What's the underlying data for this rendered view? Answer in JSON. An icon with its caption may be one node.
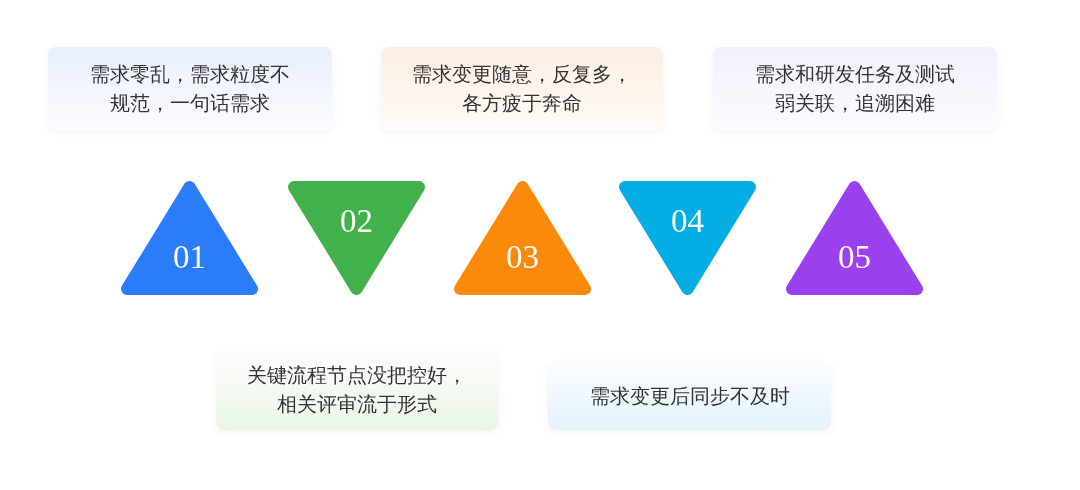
{
  "diagram": {
    "nodes": [
      {
        "text": [
          "需求零乱，需求粒度不规范，一句话需求"
        ]
      },
      {
        "text": [
          "需求变更随意，反复多，各方疲于奔命"
        ]
      },
      {
        "text": [
          "需求和研发任务及测试弱关联，追溯困难"
        ]
      },
      {
        "text": [
          "01"
        ]
      },
      {
        "text": [
          "02"
        ]
      },
      {
        "text": [
          "03"
        ]
      },
      {
        "text": [
          "04"
        ]
      },
      {
        "text": [
          "05"
        ]
      },
      {
        "text": [
          "关键流程节点没把控好，相关评审流于形式"
        ]
      },
      {
        "text": [
          "需求变更后同步不及时"
        ]
      }
    ]
  }
}
